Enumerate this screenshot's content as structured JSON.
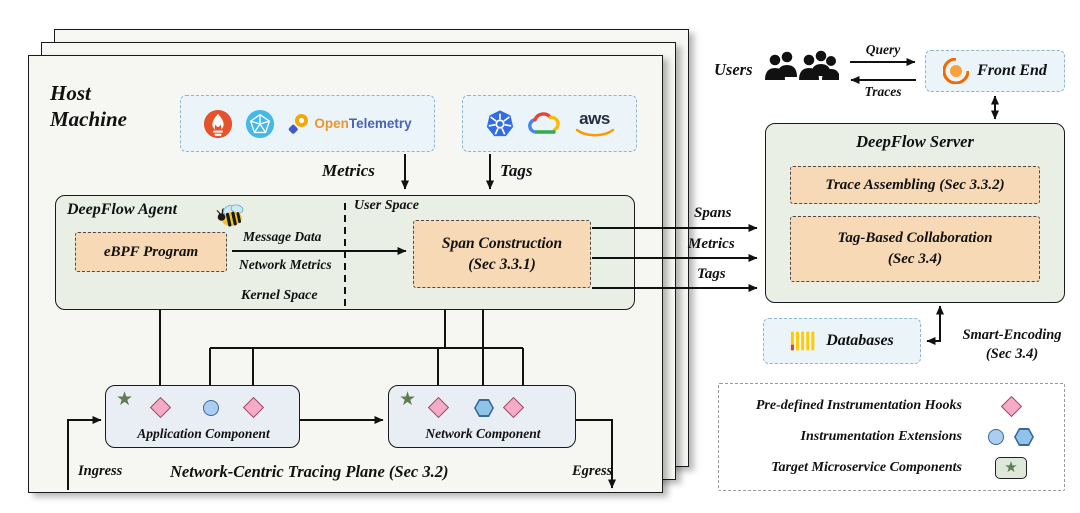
{
  "host": {
    "title_line1": "Host",
    "title_line2": "Machine",
    "metrics_label": "Metrics",
    "tags_label": "Tags",
    "otel_open": "Open",
    "otel_rest": "Telemetry",
    "aws_label": "aws",
    "agent": {
      "title": "DeepFlow Agent",
      "user_space": "User Space",
      "kernel_space": "Kernel Space",
      "ebpf_program": "eBPF Program",
      "message_data": "Message Data",
      "network_metrics": "Network Metrics",
      "span_construction": "Span Construction",
      "span_construction_sec": "(Sec 3.3.1)"
    },
    "application_component": "Application Component",
    "network_component": "Network Component",
    "ingress": "Ingress",
    "egress": "Egress",
    "tracing_plane": "Network-Centric Tracing Plane (Sec 3.2)"
  },
  "flows": {
    "spans": "Spans",
    "metrics": "Metrics",
    "tags": "Tags",
    "query": "Query",
    "traces": "Traces",
    "smart_encoding": "Smart-Encoding",
    "smart_encoding_sec": "(Sec 3.4)"
  },
  "right": {
    "users": "Users",
    "front_end": "Front End",
    "server_title": "DeepFlow Server",
    "trace_assembling": "Trace Assembling (Sec 3.3.2)",
    "tag_based": "Tag-Based Collaboration",
    "tag_based_sec": "(Sec 3.4)",
    "databases": "Databases"
  },
  "legend": {
    "hooks": "Pre-defined Instrumentation Hooks",
    "extensions": "Instrumentation Extensions",
    "targets": "Target Microservice Components"
  },
  "icons": [
    "prometheus-icon",
    "telegraf-icon",
    "opentelemetry-icon",
    "kubernetes-icon",
    "google-cloud-icon",
    "aws-icon",
    "bee-icon",
    "users-icon",
    "grafana-icon",
    "clickhouse-icon",
    "pink-diamond-hook-icon",
    "blue-circle-extension-icon",
    "blue-hexagon-extension-icon",
    "green-star-target-icon"
  ],
  "colors": {
    "host_layer_fill": "#f7f7f4",
    "agent_server_fill": "#e9efe5",
    "module_fill": "#f7d9b6",
    "source_box_fill": "#eaf4f9",
    "component_fill": "#e9eef4",
    "hook_pink": "#f4abc6",
    "extension_blue": "#aacdf0",
    "target_green": "#5e7c54",
    "prometheus_orange": "#e6522c",
    "kubernetes_blue": "#326ce5",
    "aws_orange": "#ff9900",
    "grafana_orange": "#f46800",
    "clickhouse_yellow": "#ffcc01"
  }
}
